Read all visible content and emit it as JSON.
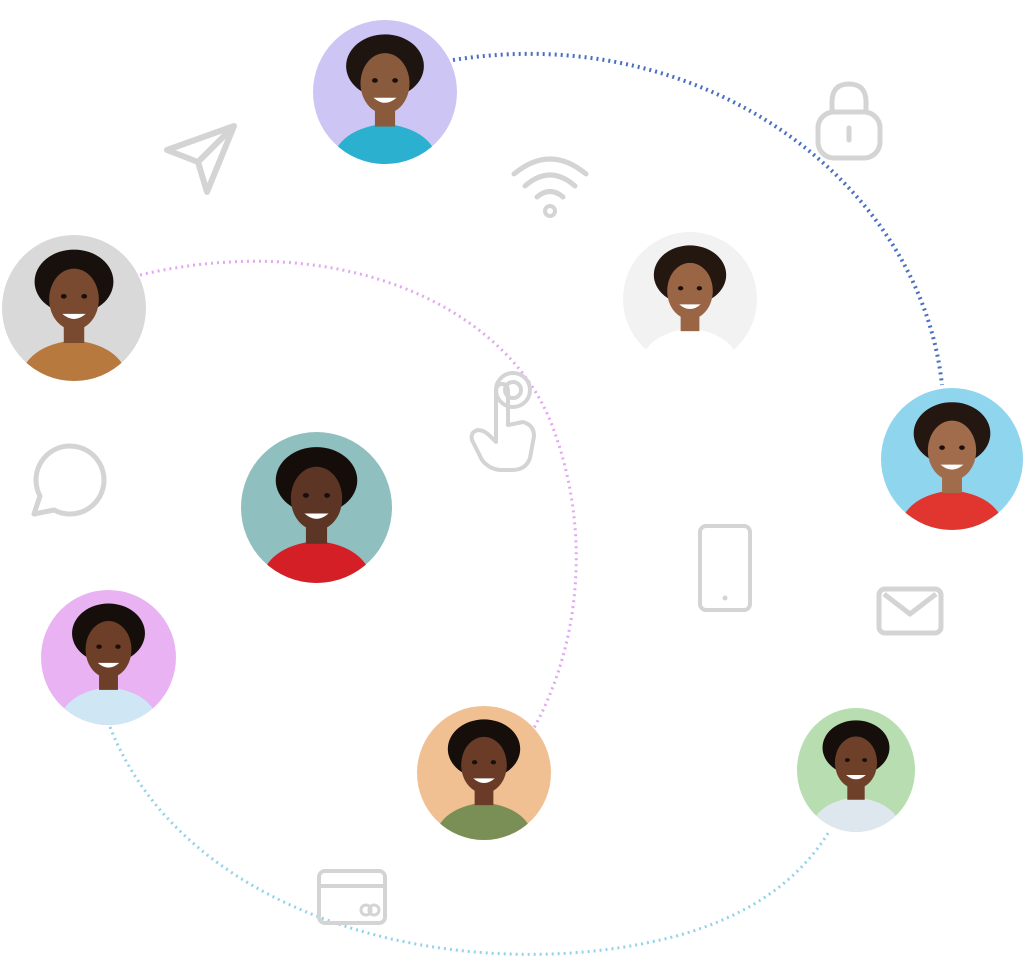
{
  "colors": {
    "arc_top": "#4a6fc4",
    "arc_middle": "#e2a8f2",
    "arc_bottom": "#93d3ea",
    "icon_stroke": "#d4d4d4"
  },
  "icons": [
    "paper-plane-icon",
    "wifi-icon",
    "padlock-icon",
    "chat-bubble-icon",
    "pointing-hand-icon",
    "smartphone-icon",
    "envelope-icon",
    "credit-card-icon"
  ],
  "avatars": [
    {
      "id": "woman-lavender",
      "bg": "#cdc6f5",
      "skin": "#8a5a3c",
      "hair": "#1e1511",
      "shirt": "#2bb1cf"
    },
    {
      "id": "man-grey",
      "bg": "#d9d9d9",
      "skin": "#7a4a30",
      "hair": "#17100c",
      "shirt": "#b8793e"
    },
    {
      "id": "woman-curly",
      "bg": "#f2f2f2",
      "skin": "#9a6544",
      "hair": "#231710",
      "shirt": "#ffffff"
    },
    {
      "id": "woman-sky",
      "bg": "#8fd5ee",
      "skin": "#a06c4c",
      "hair": "#241610",
      "shirt": "#e0362f"
    },
    {
      "id": "man-teal",
      "bg": "#8fbfbf",
      "skin": "#5c3524",
      "hair": "#140d09",
      "shirt": "#d51f26"
    },
    {
      "id": "woman-pink",
      "bg": "#e9b3f3",
      "skin": "#6d3e28",
      "hair": "#150e0b",
      "shirt": "#cfe6f5"
    },
    {
      "id": "woman-peach",
      "bg": "#f0c092",
      "skin": "#6a3c27",
      "hair": "#150e0b",
      "shirt": "#7a8f56"
    },
    {
      "id": "man-green",
      "bg": "#b7ddb0",
      "skin": "#6e4029",
      "hair": "#150e0b",
      "shirt": "#dfe7ee"
    }
  ]
}
